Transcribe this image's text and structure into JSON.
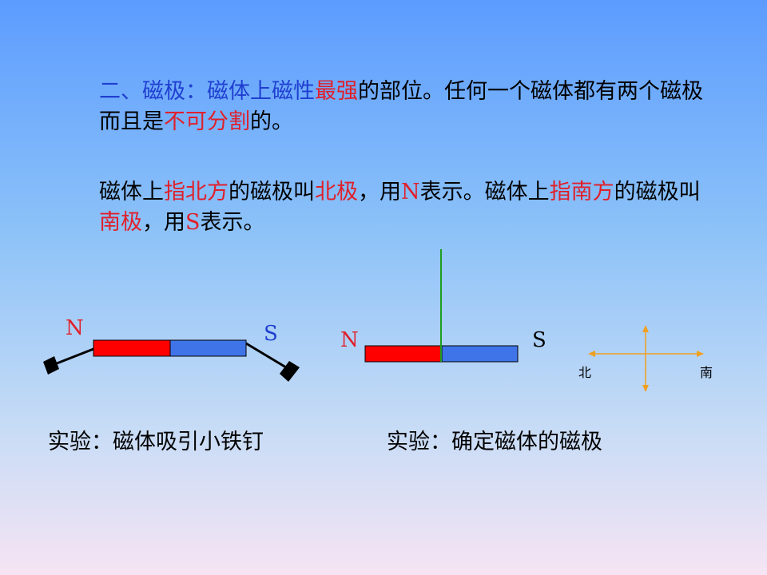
{
  "para1": {
    "s1": "二、磁极：",
    "s2": "磁体上磁性",
    "s3": "最强",
    "s4": "的部位。任何一个磁体都有两个磁极而且是",
    "s5": "不可分割",
    "s6": "的。"
  },
  "para2": {
    "s1": "磁体上",
    "s2": "指北方",
    "s3": "的磁极叫",
    "s4": "北极",
    "s5": "，用",
    "s6": "N",
    "s7": "表示。磁体上",
    "s8": "指南方",
    "s9": "的磁极叫",
    "s10": "南极",
    "s11": "，用",
    "s12": "S",
    "s13": "表示。"
  },
  "experiment1": {
    "n_label": "N",
    "s_label": "S",
    "caption": "实验：磁体吸引小铁钉"
  },
  "experiment2": {
    "n_label": "N",
    "s_label": "S",
    "caption": "实验：确定磁体的磁极"
  },
  "compass": {
    "north_label": "北",
    "south_label": "南"
  },
  "colors": {
    "north_pole": "#ff0000",
    "south_pole": "#3f74e8",
    "thread": "#1e9e1e",
    "compass_axis": "#f0a020"
  }
}
